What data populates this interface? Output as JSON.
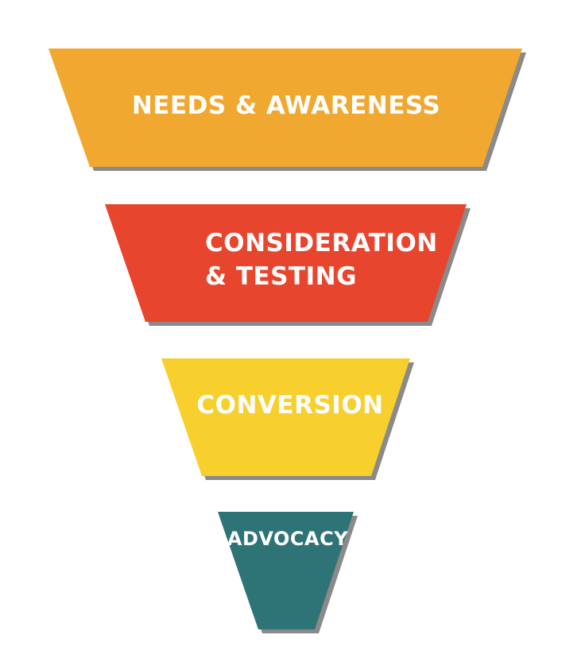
{
  "funnel": {
    "stages": [
      {
        "name": "needs-awareness",
        "label_lines": [
          "NEEDS & AWARENESS"
        ],
        "color": "#F0A830"
      },
      {
        "name": "consideration-testing",
        "label_lines": [
          "CONSIDERATION",
          "& TESTING"
        ],
        "color": "#E8452E"
      },
      {
        "name": "conversion",
        "label_lines": [
          "CONVERSION"
        ],
        "color": "#F7D02E"
      },
      {
        "name": "advocacy",
        "label_lines": [
          "ADVOCACY"
        ],
        "color": "#2E7376"
      }
    ],
    "shadow_color": "#8A8A8A"
  }
}
